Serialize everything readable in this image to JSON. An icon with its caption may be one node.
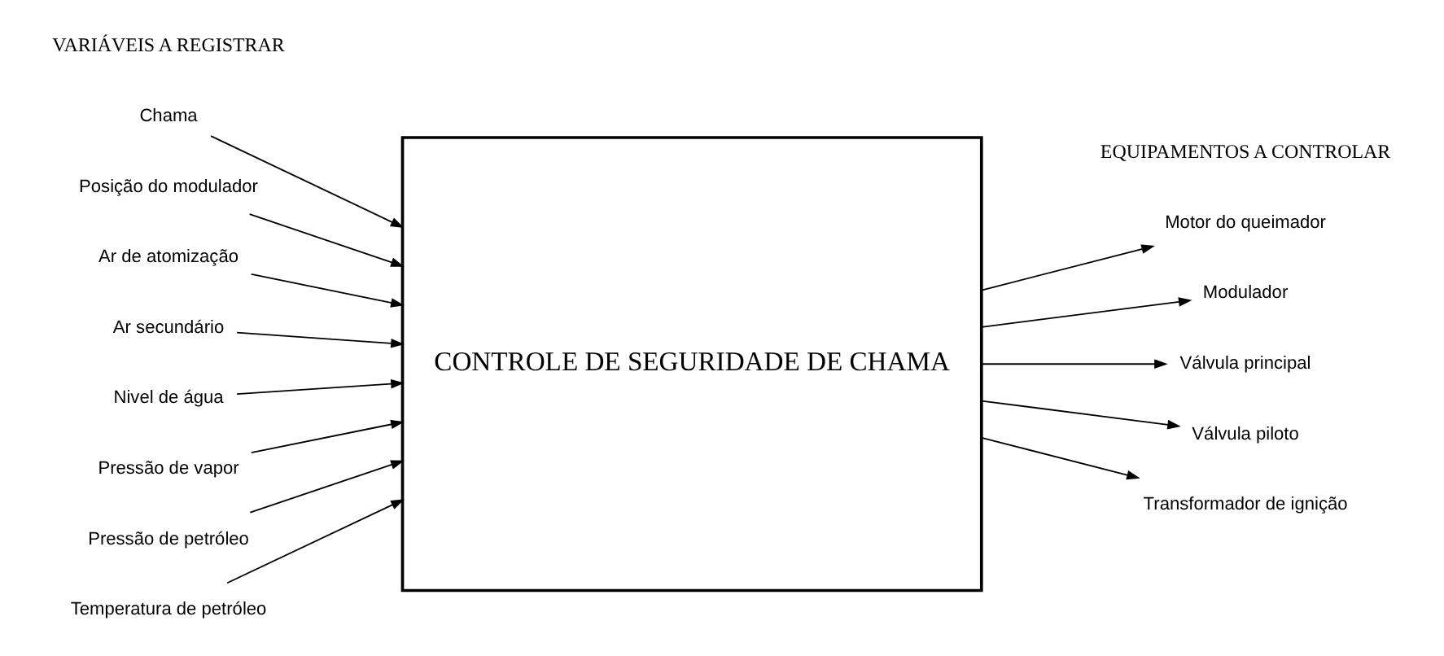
{
  "diagram": {
    "nodes": [
      {
        "text": [
          "Chama"
        ]
      },
      {
        "text": [
          "Posição do modulador"
        ]
      },
      {
        "text": [
          "Ar de atomização"
        ]
      },
      {
        "text": [
          "Ar secundário"
        ]
      },
      {
        "text": [
          "Nivel de água"
        ]
      },
      {
        "text": [
          "Pressão de vapor"
        ]
      },
      {
        "text": [
          "Pressão de petróleo"
        ]
      },
      {
        "text": [
          "Temperatura de petróleo"
        ]
      },
      {
        "text": [
          "CONTROLE DE SEGURIDADE DE CHAMA"
        ]
      },
      {
        "text": [
          "Motor do queimador"
        ]
      },
      {
        "text": [
          "Modulador"
        ]
      },
      {
        "text": [
          "Válvula principal"
        ]
      },
      {
        "text": [
          "Válvula piloto"
        ]
      },
      {
        "text": [
          "Transformador de ignição"
        ]
      }
    ],
    "edges": [
      {
        "from": 0,
        "to": 8,
        "arrow": "to"
      },
      {
        "from": 1,
        "to": 8,
        "arrow": "to"
      },
      {
        "from": 2,
        "to": 8,
        "arrow": "to"
      },
      {
        "from": 3,
        "to": 8,
        "arrow": "to"
      },
      {
        "from": 4,
        "to": 8,
        "arrow": "to"
      },
      {
        "from": 5,
        "to": 8,
        "arrow": "to"
      },
      {
        "from": 6,
        "to": 8,
        "arrow": "to"
      },
      {
        "from": 7,
        "to": 8,
        "arrow": "to"
      },
      {
        "from": 8,
        "to": 9,
        "arrow": "to"
      },
      {
        "from": 8,
        "to": 10,
        "arrow": "to"
      },
      {
        "from": 8,
        "to": 11,
        "arrow": "to"
      },
      {
        "from": 8,
        "to": 12,
        "arrow": "to"
      },
      {
        "from": 8,
        "to": 13,
        "arrow": "to"
      }
    ],
    "labels": [
      "VARIÁVEIS A REGISTRAR",
      "EQUIPAMENTOS A CONTROLAR"
    ]
  }
}
